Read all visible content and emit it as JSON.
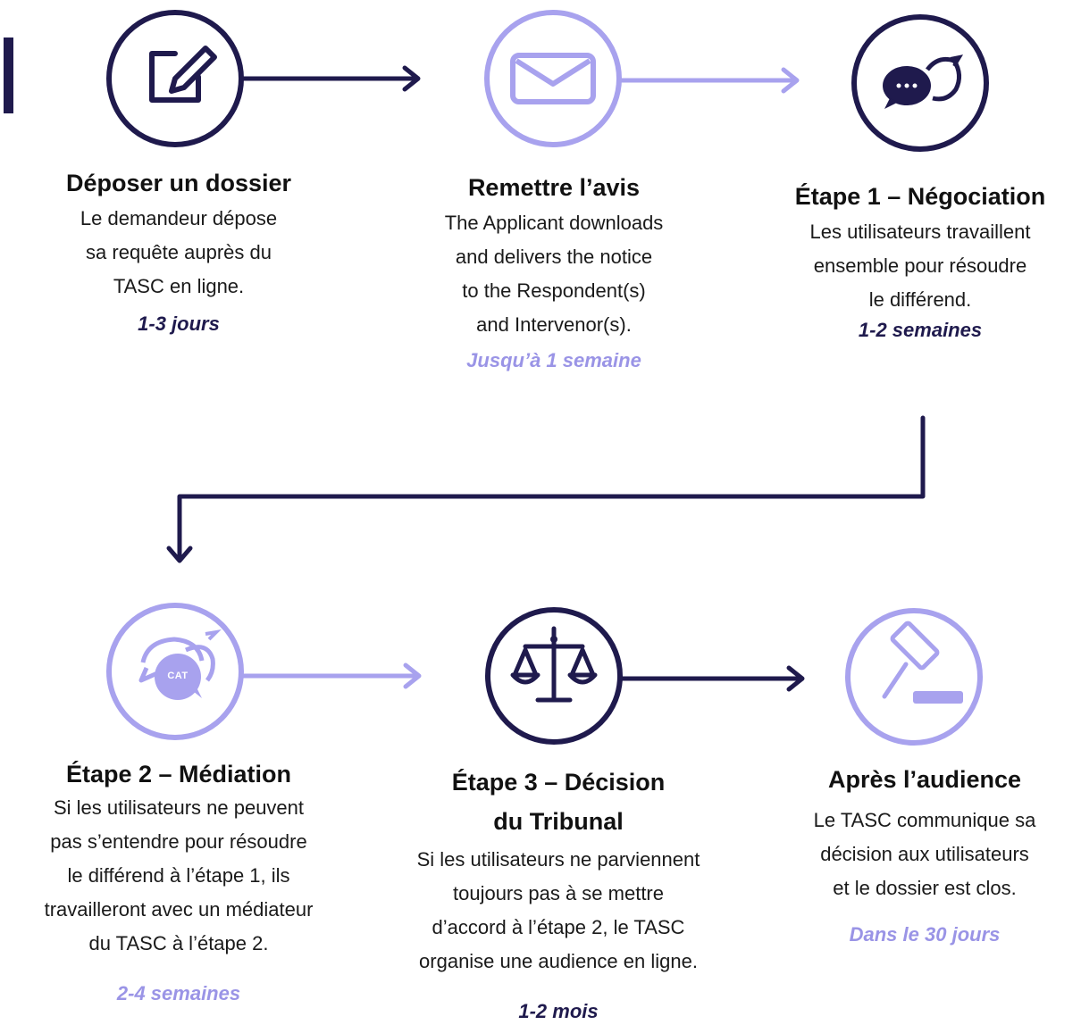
{
  "colors": {
    "dark": "#1f1a4d",
    "light": "#a8a2ee"
  },
  "steps": [
    {
      "icon": "edit-icon",
      "title": "Déposer un dossier",
      "desc": [
        "Le demandeur dépose",
        "sa requête auprès du",
        "TASC en ligne."
      ],
      "duration": "1-3 jours"
    },
    {
      "icon": "envelope-icon",
      "title": "Remettre l’avis",
      "desc": [
        "The Applicant downloads",
        "and delivers the notice",
        "to the Respondent(s)",
        "and Intervenor(s)."
      ],
      "duration": "Jusqu’à 1 semaine"
    },
    {
      "icon": "chat-bubbles-icon",
      "title": "Étape 1 – Négociation",
      "desc": [
        "Les utilisateurs travaillent",
        "ensemble pour résoudre",
        "le différend."
      ],
      "duration": "1-2 semaines"
    },
    {
      "icon": "mediator-chat-icon",
      "icon_text": "CAT",
      "title": "Étape 2 – Médiation",
      "desc": [
        "Si les utilisateurs ne peuvent",
        "pas s’entendre pour résoudre",
        "le différend à l’étape 1, ils",
        "travailleront avec un médiateur",
        "du TASC à l’étape 2."
      ],
      "duration": "2-4 semaines"
    },
    {
      "icon": "scales-icon",
      "title": [
        "Étape 3 – Décision",
        "du Tribunal"
      ],
      "desc": [
        "Si les utilisateurs ne parviennent",
        "toujours pas à se mettre",
        "d’accord à l’étape 2, le TASC",
        "organise une audience en ligne."
      ],
      "duration": "1-2 mois"
    },
    {
      "icon": "gavel-icon",
      "title": "Après l’audience",
      "desc": [
        "Le TASC communique sa",
        "décision aux utilisateurs",
        "et le dossier est clos."
      ],
      "duration": "Dans le 30 jours"
    }
  ]
}
